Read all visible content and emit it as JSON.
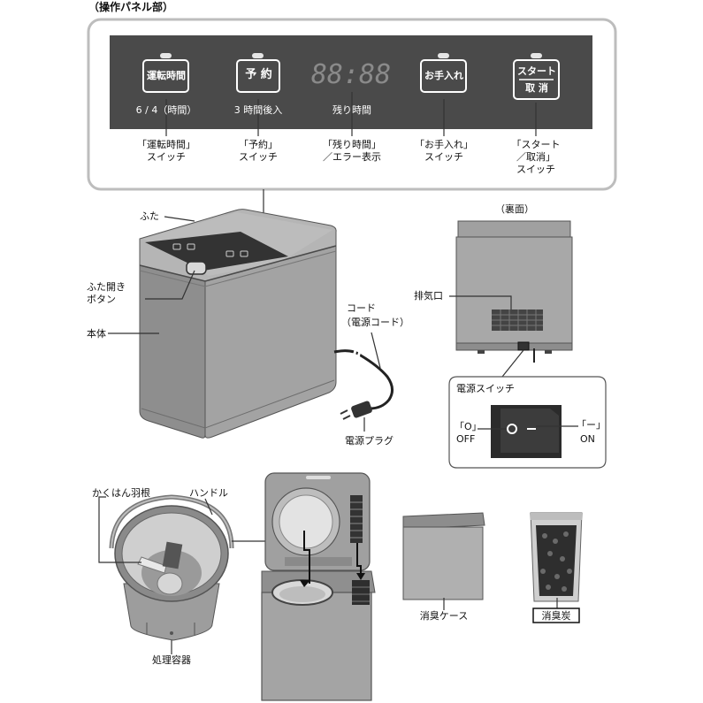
{
  "header": {
    "section_title": "（操作パネル部）"
  },
  "control_panel": {
    "buttons": {
      "run_time": "運転時間",
      "reserve": "予 約",
      "maintenance": "お手入れ",
      "start_top": "スタート",
      "start_bottom": "取 消"
    },
    "display_digits": "88:88",
    "sublabels": {
      "run_time": "6 / 4（時間）",
      "reserve": "3 時間後入",
      "remaining": "残り時間"
    },
    "callouts": {
      "run_time_l1": "「運転時間」",
      "run_time_l2": "スイッチ",
      "reserve_l1": "「予約」",
      "reserve_l2": "スイッチ",
      "remaining_l1": "「残り時間」",
      "remaining_l2": "／エラー表示",
      "maintenance_l1": "「お手入れ」",
      "maintenance_l2": "スイッチ",
      "start_l1": "「スタート",
      "start_l2": "／取消」",
      "start_l3": "スイッチ"
    }
  },
  "main_unit_labels": {
    "lid": "ふた",
    "lid_open_l1": "ふた開き",
    "lid_open_l2": "ボタン",
    "body": "本体",
    "cord_l1": "コード",
    "cord_l2": "（電源コード）",
    "plug": "電源プラグ"
  },
  "back_view": {
    "title": "（裏面）",
    "exhaust": "排気口",
    "switch_title": "電源スイッチ",
    "off_l1": "「O」",
    "off_l2": "OFF",
    "on_l1": "「ー」",
    "on_l2": "ON"
  },
  "parts": {
    "blade": "かくはん羽根",
    "handle": "ハンドル",
    "container": "処理容器",
    "deodorant_case": "消臭ケース",
    "charcoal": "消臭炭"
  },
  "colors": {
    "panel_dark": "#4a4a4a",
    "body_gray": "#9c9c9c",
    "line": "#333333"
  }
}
